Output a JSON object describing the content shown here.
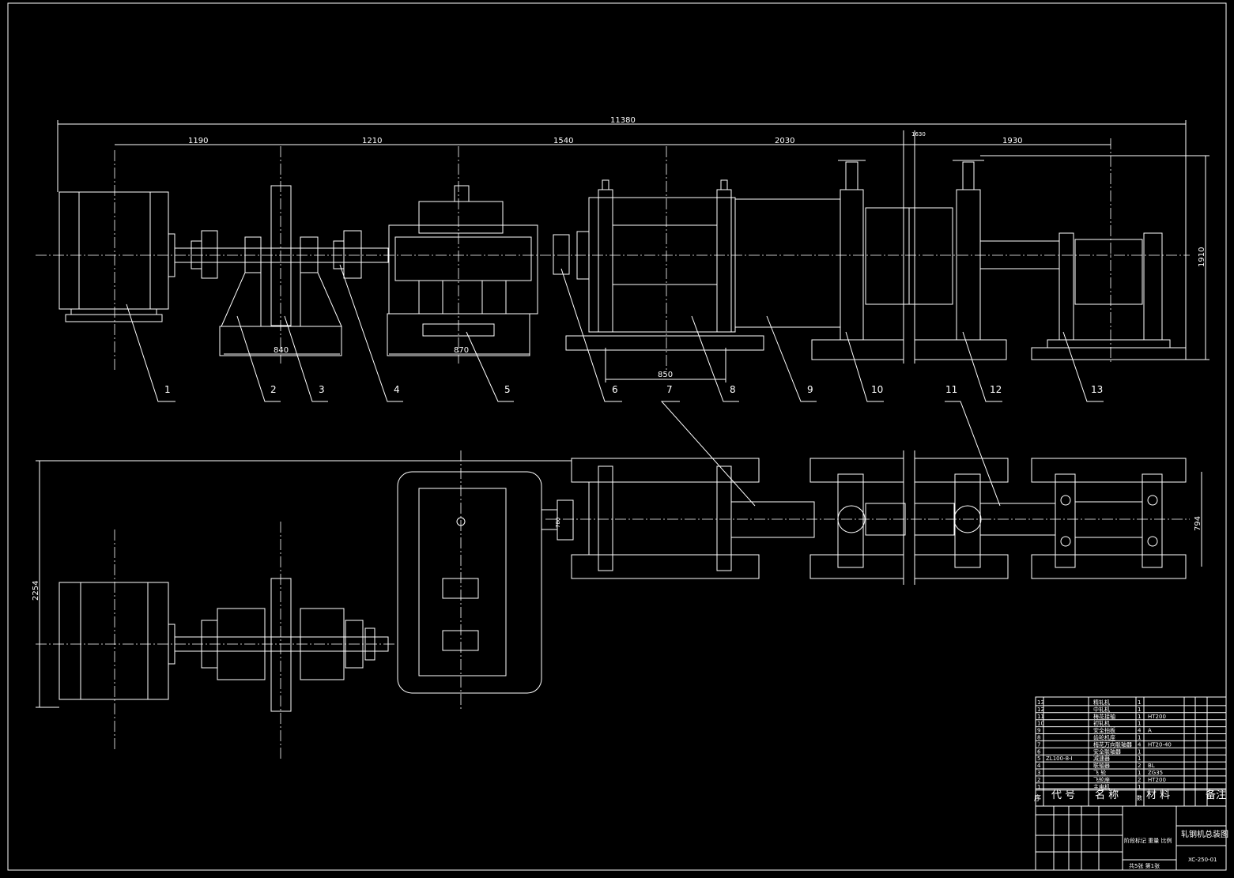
{
  "dimensions": {
    "overall": "11380",
    "d1": "1190",
    "d2": "1210",
    "d3": "1540",
    "d4": "2030",
    "d5": "1930",
    "height": "1910",
    "base1": "840",
    "base2": "870",
    "base3": "850",
    "vertical_small": "1630",
    "plan_height": "2254",
    "frame1": "780",
    "frame2": "794"
  },
  "part_labels": [
    "1",
    "2",
    "3",
    "4",
    "5",
    "6",
    "7",
    "8",
    "9",
    "10",
    "11",
    "12",
    "13"
  ],
  "parts_list": [
    {
      "no": "13",
      "code": "",
      "name": "精轧机",
      "qty": "1",
      "material": ""
    },
    {
      "no": "12",
      "code": "",
      "name": "中轧机",
      "qty": "1",
      "material": ""
    },
    {
      "no": "11",
      "code": "",
      "name": "梅花接轴",
      "qty": "1",
      "material": "HT200"
    },
    {
      "no": "10",
      "code": "",
      "name": "初轧机",
      "qty": "1",
      "material": ""
    },
    {
      "no": "9",
      "code": "",
      "name": "安全拍板",
      "qty": "4",
      "material": "A"
    },
    {
      "no": "8",
      "code": "",
      "name": "齿轮机座",
      "qty": "1",
      "material": ""
    },
    {
      "no": "7",
      "code": "",
      "name": "梅花万向联轴器",
      "qty": "4",
      "material": "HT20-40"
    },
    {
      "no": "6",
      "code": "",
      "name": "安全联轴器",
      "qty": "1",
      "material": ""
    },
    {
      "no": "5",
      "code": "ZL100-8-I",
      "name": "减速器",
      "qty": "1",
      "material": ""
    },
    {
      "no": "4",
      "code": "",
      "name": "联轴器",
      "qty": "2",
      "material": "BL"
    },
    {
      "no": "3",
      "code": "",
      "name": "飞 轮",
      "qty": "1",
      "material": "ZG35"
    },
    {
      "no": "2",
      "code": "",
      "name": "飞轮座",
      "qty": "2",
      "material": "HT200"
    },
    {
      "no": "1",
      "code": "",
      "name": "主电机",
      "qty": "1",
      "material": ""
    }
  ],
  "list_header": {
    "seq": "序",
    "code": "代 号",
    "name": "名 称",
    "qty": "数",
    "material": "材 料",
    "remark": "备注"
  },
  "title_block": {
    "title": "轧钢机总装图",
    "drawing_no": "XC-250-01",
    "stage": "阶段标记 重量 比例",
    "sheets": "共5张 第1张"
  }
}
